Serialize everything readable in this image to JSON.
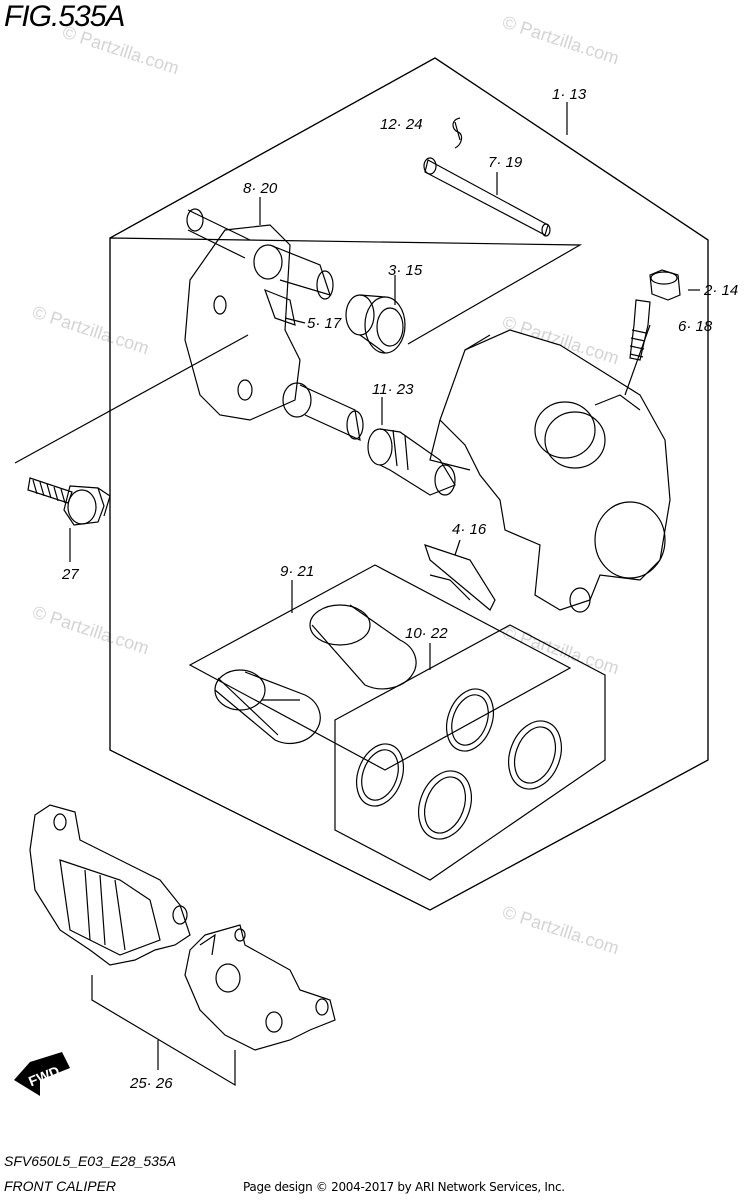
{
  "figure": {
    "title": "FIG.535A",
    "code": "SFV650L5_E03_E28_535A",
    "name": "FRONT CALIPER",
    "copyright": "Page design © 2004-2017 by ARI Network Services, Inc.",
    "watermark": "© Partzilla.com",
    "direction_label": "FWD"
  },
  "callouts": {
    "c1": "1· 13",
    "c2": "2· 14",
    "c3": "3· 15",
    "c4": "4· 16",
    "c5": "5· 17",
    "c6": "6· 18",
    "c7": "7· 19",
    "c8": "8· 20",
    "c9": "9· 21",
    "c10": "10· 22",
    "c11": "11· 23",
    "c12": "12· 24",
    "c25": "25· 26",
    "c27": "27"
  }
}
